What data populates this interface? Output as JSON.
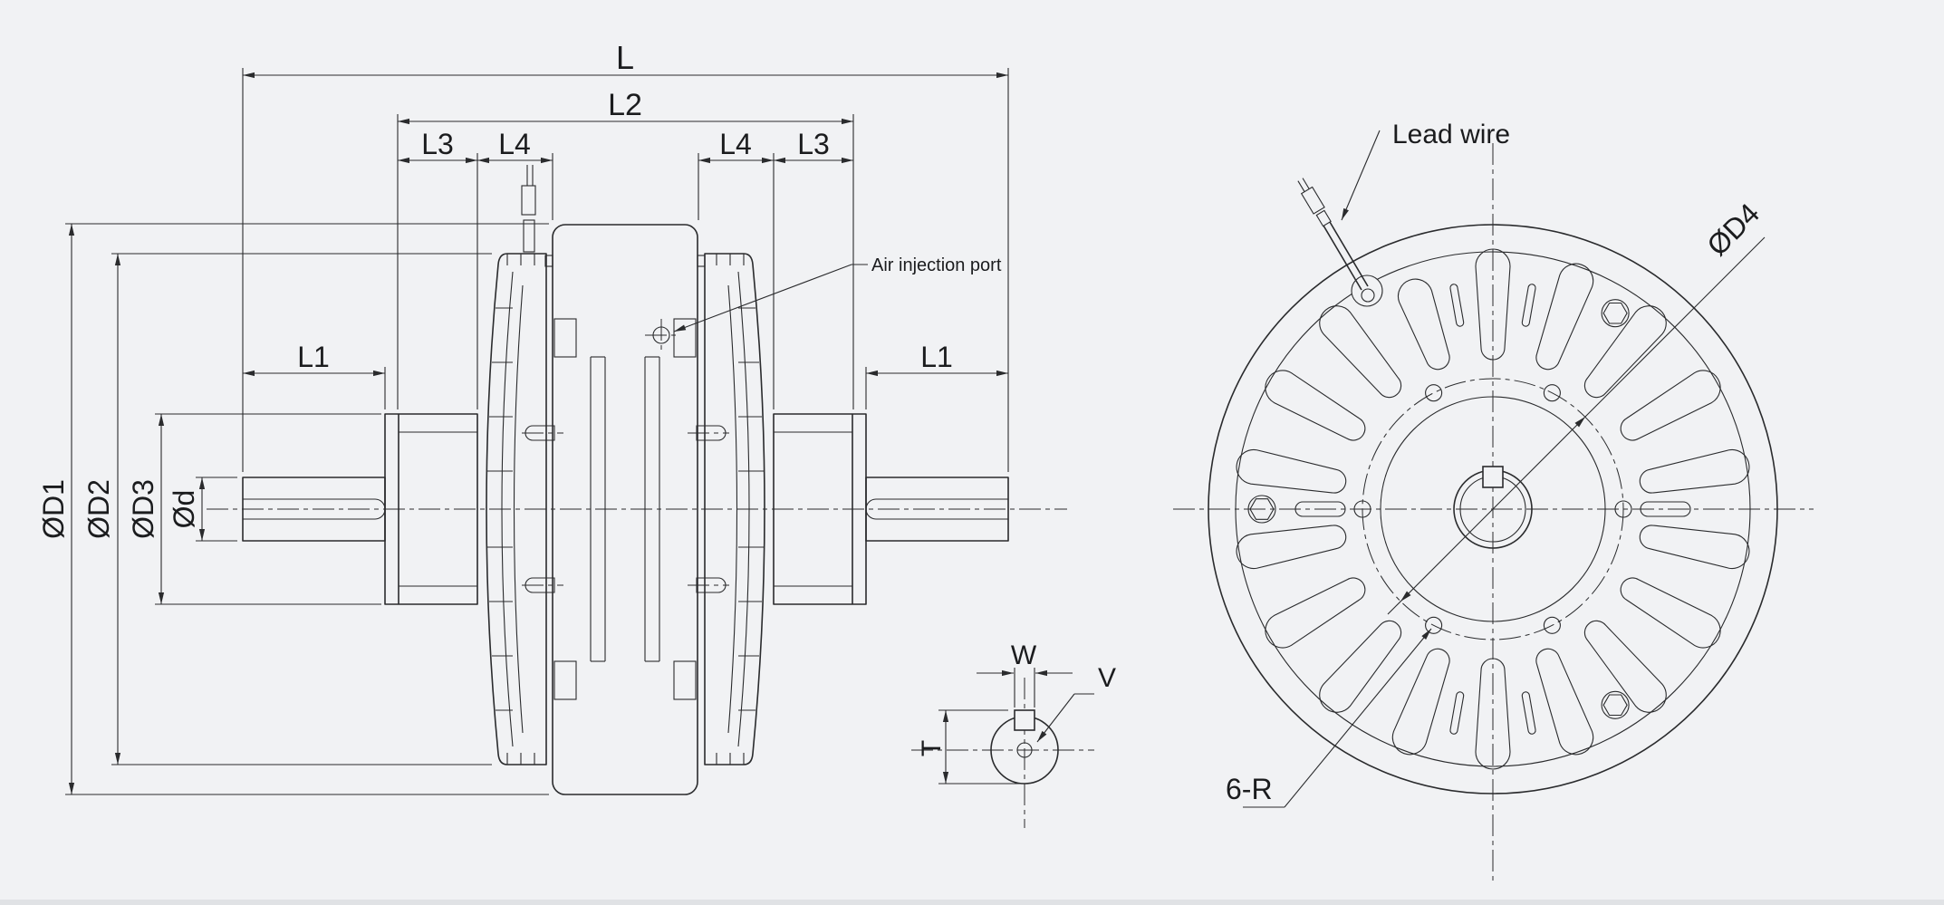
{
  "title": "Magnetic powder clutch engineering drawing",
  "colors": {
    "background": "#f1f2f4",
    "line": "#2a2b2d",
    "text": "#1b1c1e"
  },
  "side_view": {
    "dimensions": {
      "overall_length": "L",
      "rotor_span": "L2",
      "hub_length": "L3",
      "disc_length": "L4",
      "shaft_length": "L1",
      "outer_diameter": "ØD1",
      "rotor_diameter": "ØD2",
      "hub_diameter": "ØD3",
      "shaft_diameter": "Ød"
    },
    "callouts": {
      "air_port": "Air injection port"
    }
  },
  "front_view": {
    "callouts": {
      "lead_wire": "Lead wire",
      "bolt_circle_diameter": "ØD4",
      "screw_radius": "6-R"
    }
  },
  "detail_view": {
    "dimensions": {
      "key_width": "W",
      "center_hole": "V",
      "key_depth": "T"
    }
  }
}
